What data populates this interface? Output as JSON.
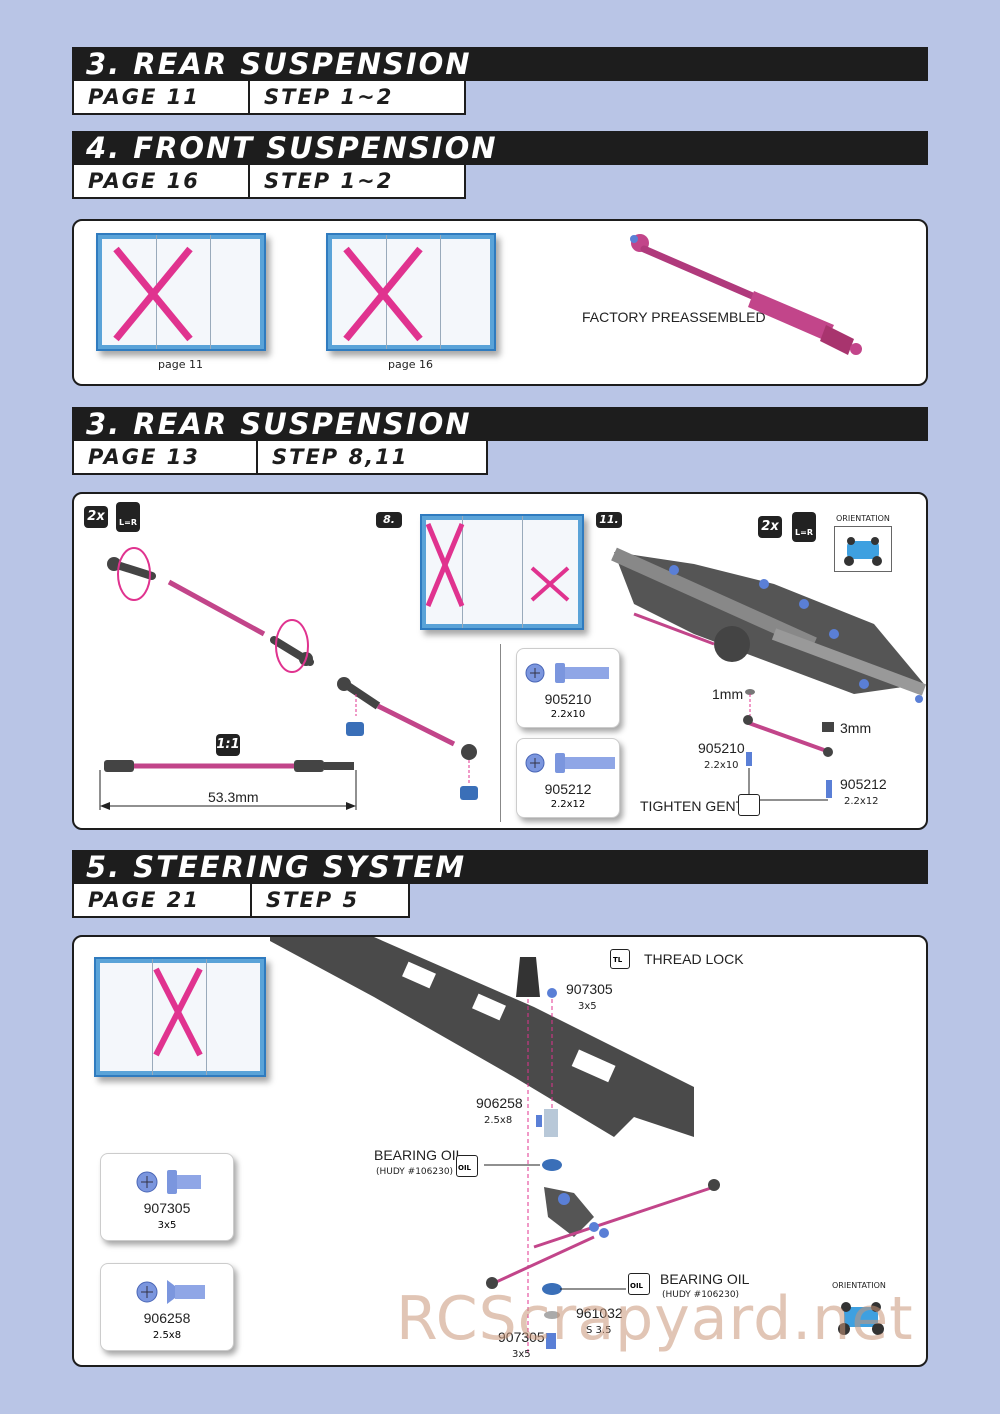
{
  "sec1": {
    "title": "3. REAR SUSPENSION",
    "page": "PAGE 11",
    "step": "STEP 1~2"
  },
  "sec2": {
    "title": "4. FRONT SUSPENSION",
    "page": "PAGE 16",
    "step": "STEP 1~2"
  },
  "panel1": {
    "thumb1_caption": "page 11",
    "thumb2_caption": "page 16",
    "note": "FACTORY PREASSEMBLED"
  },
  "sec3": {
    "title": "3. REAR SUSPENSION",
    "page": "PAGE 13",
    "step": "STEP 8,11"
  },
  "panel2": {
    "qty_left": "2x",
    "lr_left": "L=R",
    "scale": "1:1",
    "length": "53.3mm",
    "step8": "8.",
    "step11": "11.",
    "qty_right": "2x",
    "lr_right": "L=R",
    "orientation": "ORIENTATION",
    "part1_no": "905210",
    "part1_size": "2.2x10",
    "part2_no": "905212",
    "part2_size": "2.2x12",
    "shim1": "1mm",
    "shim2": "3mm",
    "callout1_no": "905210",
    "callout1_size": "2.2x10",
    "callout2_no": "905212",
    "callout2_size": "2.2x12",
    "tighten": "TIGHTEN GENTLY"
  },
  "sec4": {
    "title": "5. STEERING SYSTEM",
    "page": "PAGE 21",
    "step": "STEP 5"
  },
  "panel3": {
    "threadlock": "THREAD LOCK",
    "tl_badge": "TL",
    "p1_no": "907305",
    "p1_size": "3x5",
    "p2_no": "906258",
    "p2_size": "2.5x8",
    "oil1": "BEARING OIL",
    "oil1_ref": "(HUDY #106230)",
    "oil_badge": "OIL",
    "oil2": "BEARING OIL",
    "oil2_ref": "(HUDY #106230)",
    "p3_no": "961032",
    "p3_size": "S 3.5",
    "p4_no": "907305",
    "p4_size": "3x5",
    "card1_no": "907305",
    "card1_size": "3x5",
    "card2_no": "906258",
    "card2_size": "2.5x8",
    "orientation": "ORIENTATION"
  },
  "watermark": "RCScrapyard.net",
  "colors": {
    "header": "#1d1d1d",
    "background": "#b9c5e6",
    "part_pink": "#c2458a",
    "screw_blue": "#5a7fd6",
    "thumb_blue": "#5aa3d8"
  }
}
